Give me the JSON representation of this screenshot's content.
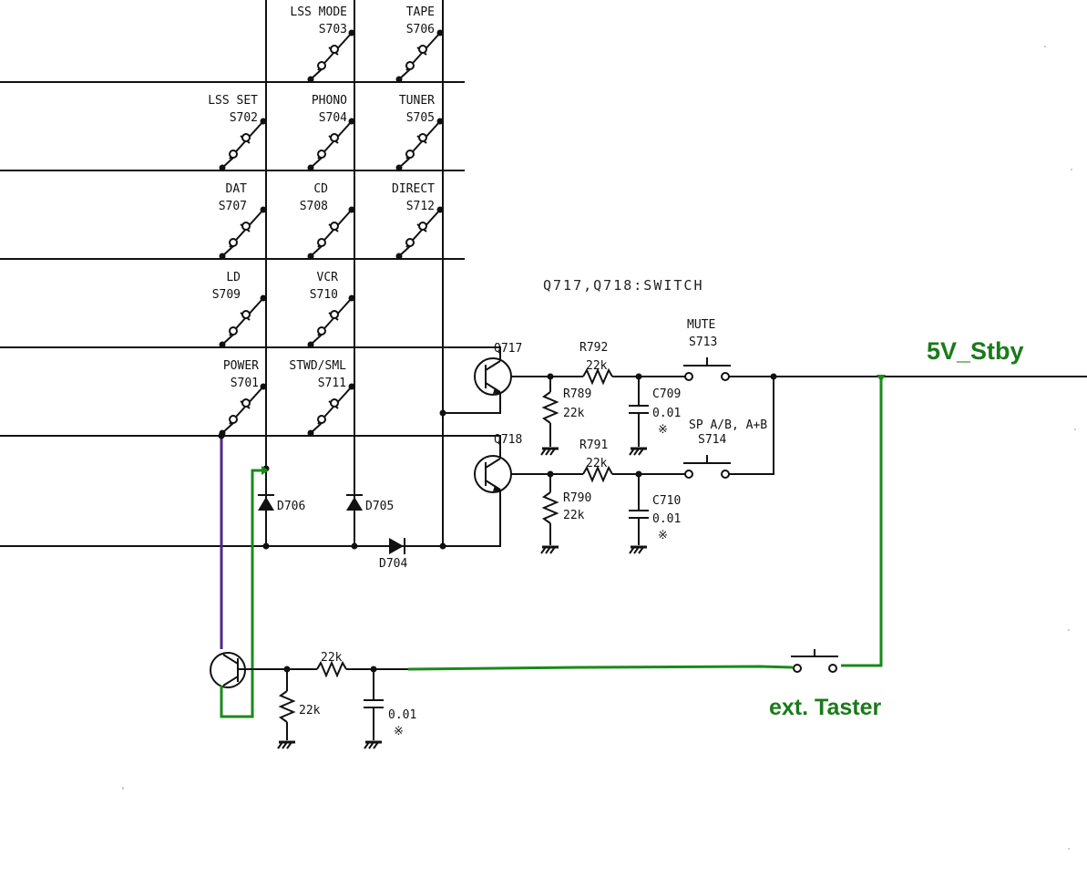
{
  "title": "Q717,Q718:SWITCH",
  "switches": [
    {
      "name": "LSS MODE",
      "ref": "S703"
    },
    {
      "name": "TAPE",
      "ref": "S706"
    },
    {
      "name": "LSS SET",
      "ref": "S702"
    },
    {
      "name": "PHONO",
      "ref": "S704"
    },
    {
      "name": "TUNER",
      "ref": "S705"
    },
    {
      "name": "DAT",
      "ref": "S707"
    },
    {
      "name": "CD",
      "ref": "S708"
    },
    {
      "name": "DIRECT",
      "ref": "S712"
    },
    {
      "name": "LD",
      "ref": "S709"
    },
    {
      "name": "VCR",
      "ref": "S710"
    },
    {
      "name": "POWER",
      "ref": "S701"
    },
    {
      "name": "STWD/SML",
      "ref": "S711"
    }
  ],
  "diodes": [
    "D706",
    "D705",
    "D704"
  ],
  "transistors": [
    "Q717",
    "Q718"
  ],
  "resistors": {
    "r792": {
      "ref": "R792",
      "value": "22k"
    },
    "r789": {
      "ref": "R789",
      "value": "22k"
    },
    "r791": {
      "ref": "R791",
      "value": "22k"
    },
    "r790": {
      "ref": "R790",
      "value": "22k"
    },
    "ext_series": {
      "value": "22k"
    },
    "ext_shunt": {
      "value": "22k"
    }
  },
  "capacitors": {
    "c709": {
      "ref": "C709",
      "value": "0.01",
      "mark": "※"
    },
    "c710": {
      "ref": "C710",
      "value": "0.01",
      "mark": "※"
    },
    "ext": {
      "value": "0.01",
      "mark": "※"
    }
  },
  "mute": {
    "name": "MUTE",
    "ref": "S713"
  },
  "sp": {
    "name": "SP A/B, A+B",
    "ref": "S714"
  },
  "supply_label": "5V_Stby",
  "ext_button_label": "ext. Taster",
  "colors": {
    "ink": "#111111",
    "added_wire": "#1a8a1a",
    "purple_wire": "#4b2a8a"
  }
}
